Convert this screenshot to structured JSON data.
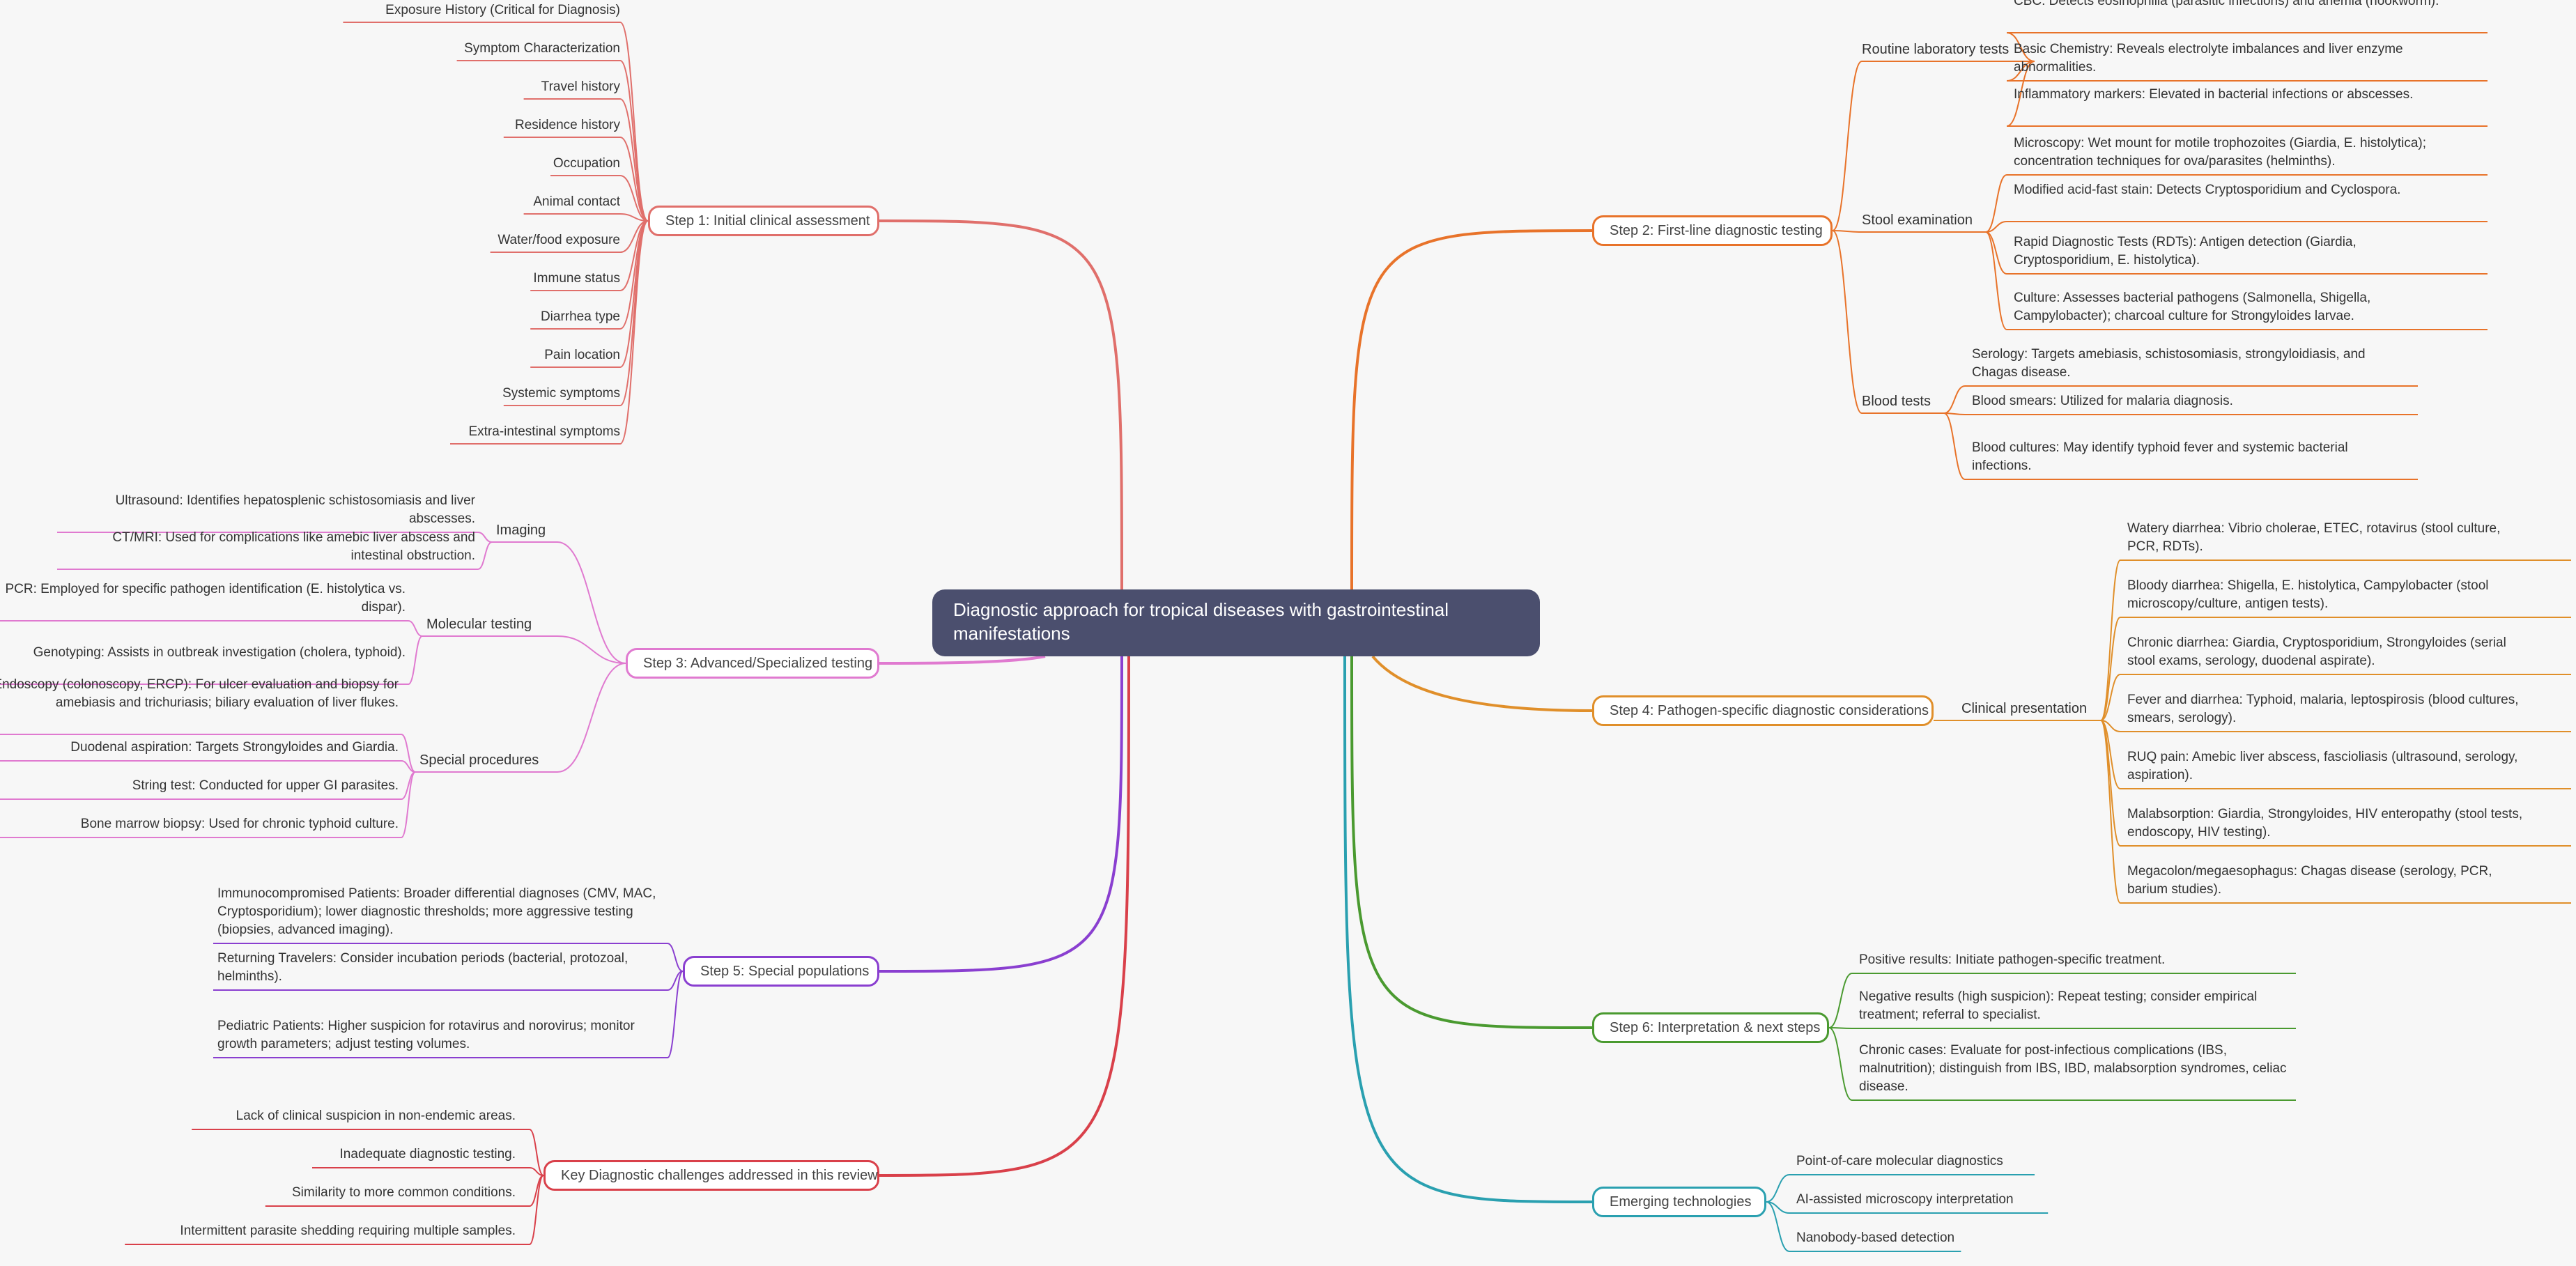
{
  "root": {
    "title": "Diagnostic approach for tropical diseases with gastrointestinal manifestations"
  },
  "colors": {
    "step1": "#e06f6b",
    "step2": "#e8732a",
    "step3": "#e07ad0",
    "step4": "#e08f2a",
    "step5": "#8a3fd0",
    "step6": "#4a9a30",
    "emerging": "#2aa0b0",
    "challenges": "#d9404a",
    "root": "#4b4f6e"
  },
  "step1": {
    "label": "Step 1: Initial clinical assessment",
    "items": [
      "Exposure History (Critical for Diagnosis)",
      "Symptom Characterization",
      "Travel history",
      "Residence history",
      "Occupation",
      "Animal contact",
      "Water/food exposure",
      "Immune status",
      "Diarrhea type",
      "Pain location",
      "Systemic symptoms",
      "Extra-intestinal symptoms"
    ]
  },
  "step2": {
    "label": "Step 2: First-line diagnostic testing",
    "groups": [
      {
        "label": "Routine laboratory tests",
        "items": [
          "CBC: Detects eosinophilia (parasitic infections) and anemia (hookworm).",
          "Basic Chemistry: Reveals electrolyte imbalances and liver enzyme abnormalities.",
          "Inflammatory markers: Elevated in bacterial infections or abscesses."
        ]
      },
      {
        "label": "Stool examination",
        "items": [
          "Microscopy: Wet mount for motile trophozoites (Giardia, E. histolytica); concentration techniques for ova/parasites (helminths).",
          "Modified acid-fast stain: Detects Cryptosporidium and Cyclospora.",
          "Rapid Diagnostic Tests (RDTs): Antigen detection (Giardia, Cryptosporidium, E. histolytica).",
          "Culture:  Assesses bacterial pathogens (Salmonella, Shigella, Campylobacter); charcoal culture for Strongyloides larvae."
        ]
      },
      {
        "label": "Blood tests",
        "items": [
          "Serology: Targets amebiasis, schistosomiasis, strongyloidiasis, and Chagas disease.",
          "Blood smears: Utilized for malaria diagnosis.",
          "Blood cultures: May identify typhoid fever and systemic bacterial infections."
        ]
      }
    ]
  },
  "step3": {
    "label": "Step 3: Advanced/Specialized testing",
    "groups": [
      {
        "label": "Imaging",
        "items": [
          "Ultrasound: Identifies hepatosplenic schistosomiasis and liver abscesses.",
          "CT/MRI: Used for complications like amebic liver abscess and intestinal obstruction."
        ]
      },
      {
        "label": "Molecular testing",
        "items": [
          "PCR: Employed for specific pathogen identification (E. histolytica vs. dispar).",
          "Genotyping: Assists in outbreak investigation (cholera, typhoid)."
        ]
      },
      {
        "label": "Special procedures",
        "items": [
          "Endoscopy (colonoscopy, ERCP): For ulcer evaluation and biopsy for amebiasis and trichuriasis; biliary evaluation of liver flukes.",
          "Duodenal aspiration: Targets Strongyloides and Giardia.",
          "String test: Conducted for upper GI parasites.",
          "Bone marrow biopsy: Used for chronic typhoid culture."
        ]
      }
    ]
  },
  "step4": {
    "label": "Step 4: Pathogen-specific diagnostic considerations",
    "groups": [
      {
        "label": "Clinical presentation",
        "items": [
          "Watery diarrhea: Vibrio cholerae, ETEC, rotavirus (stool culture, PCR, RDTs).",
          "Bloody diarrhea: Shigella, E. histolytica, Campylobacter (stool microscopy/culture, antigen tests).",
          "Chronic diarrhea: Giardia, Cryptosporidium, Strongyloides (serial stool exams, serology, duodenal aspirate).",
          "Fever and diarrhea: Typhoid, malaria, leptospirosis (blood cultures, smears, serology).",
          "RUQ pain: Amebic liver abscess, fascioliasis (ultrasound, serology, aspiration).",
          "Malabsorption: Giardia, Strongyloides, HIV enteropathy (stool tests, endoscopy, HIV testing).",
          "Megacolon/megaesophagus: Chagas disease (serology, PCR, barium studies)."
        ]
      }
    ]
  },
  "step5": {
    "label": "Step 5: Special populations",
    "items": [
      "Immunocompromised Patients: Broader differential diagnoses (CMV, MAC, Cryptosporidium); lower diagnostic thresholds; more aggressive testing (biopsies, advanced imaging).",
      "Returning Travelers: Consider incubation periods (bacterial, protozoal, helminths).",
      "Pediatric Patients: Higher suspicion for rotavirus and norovirus; monitor growth parameters; adjust testing volumes."
    ]
  },
  "step6": {
    "label": "Step 6: Interpretation & next steps",
    "items": [
      "Positive results: Initiate pathogen-specific treatment.",
      "Negative results (high suspicion): Repeat testing; consider empirical treatment; referral to specialist.",
      "Chronic cases: Evaluate for post-infectious complications (IBS, malnutrition); distinguish from IBS, IBD, malabsorption syndromes, celiac disease."
    ]
  },
  "emerging": {
    "label": "Emerging technologies",
    "items": [
      "Point-of-care molecular diagnostics",
      "AI-assisted microscopy interpretation",
      "Nanobody-based detection"
    ]
  },
  "challenges": {
    "label": "Key Diagnostic challenges addressed in this review",
    "items": [
      "Lack of clinical suspicion in non-endemic areas.",
      "Inadequate diagnostic testing.",
      "Similarity to more common conditions.",
      "Intermittent parasite shedding requiring multiple samples."
    ]
  }
}
